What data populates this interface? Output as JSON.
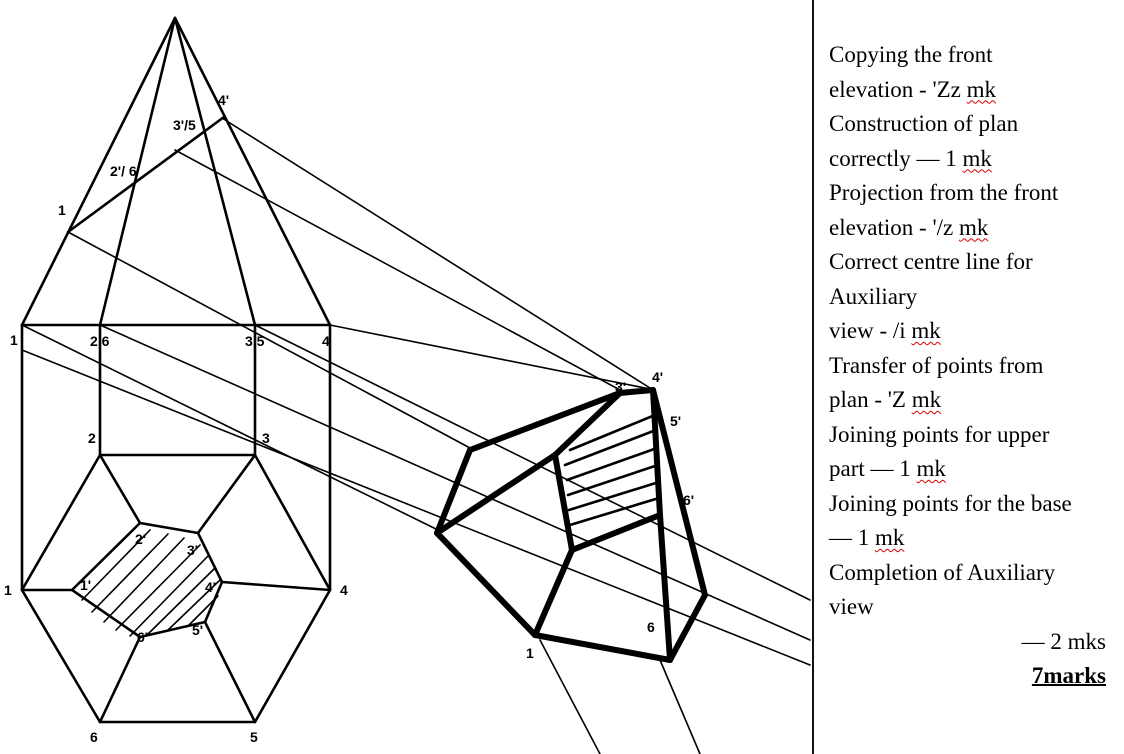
{
  "drawing": {
    "front_elevation_labels": {
      "l1": "1",
      "l2": "2'/ 6'",
      "l3": "3'/5",
      "l4": "4'",
      "b1": "1",
      "b2": "2,6",
      "b3": "3,5",
      "b4": "4"
    },
    "plan_labels": {
      "p1": "1",
      "p2": "2",
      "p3": "3",
      "p4": "4",
      "p5": "5",
      "p6": "6",
      "i1": "1'",
      "i2": "2'",
      "i3": "3'",
      "i4": "4'",
      "i5": "5'",
      "i6": "6'"
    },
    "auxiliary_labels": {
      "a3": "3'",
      "a4": "4'",
      "a5": "5'",
      "a6p": "6'",
      "a6": "6",
      "a1": "1"
    }
  },
  "marking_scheme": {
    "lines": [
      {
        "text": "Copying the front"
      },
      {
        "text": "elevation - 'Zz ",
        "mk": "mk"
      },
      {
        "text": "Construction of plan"
      },
      {
        "text": "correctly — 1 ",
        "mk": "mk"
      },
      {
        "text": "Projection  from the front"
      },
      {
        "text": "elevation - '/z ",
        "mk": "mk"
      },
      {
        "text": "Correct centre line for"
      },
      {
        "text": "Auxiliary"
      },
      {
        "text": "view - /i ",
        "mk": "mk"
      },
      {
        "text": "Transfer of points from"
      },
      {
        "text": "plan - 'Z ",
        "mk": "mk"
      },
      {
        "text": "Joining points  for upper"
      },
      {
        "text": "part — 1 ",
        "mk": "mk"
      },
      {
        "text": "Joining points for the base"
      },
      {
        "text": "— 1 ",
        "mk": "mk"
      },
      {
        "text": "Completion of Auxiliary"
      },
      {
        "text": "view"
      }
    ],
    "completion_marks": "— 2 mks",
    "total": "7marks"
  }
}
